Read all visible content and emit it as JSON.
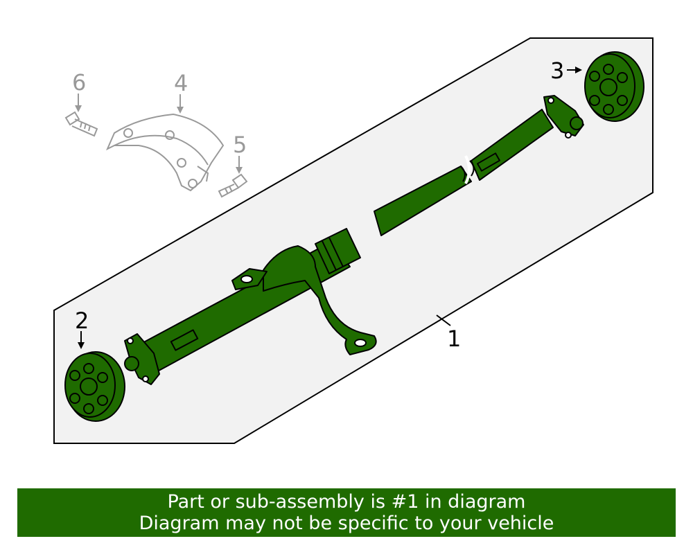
{
  "colors": {
    "part_fill": "#1f6b00",
    "ghost_part": "#999999",
    "banner_bg": "#1f6b00",
    "banner_text": "#ffffff",
    "outline": "#000000",
    "panel_fill": "#f2f2f2"
  },
  "callouts": {
    "c1": "1",
    "c2": "2",
    "c3": "3",
    "c4": "4",
    "c5": "5",
    "c6": "6"
  },
  "banner": {
    "line1": "Part or sub-assembly is #1 in diagram",
    "line2": "Diagram may not be specific to your vehicle"
  }
}
